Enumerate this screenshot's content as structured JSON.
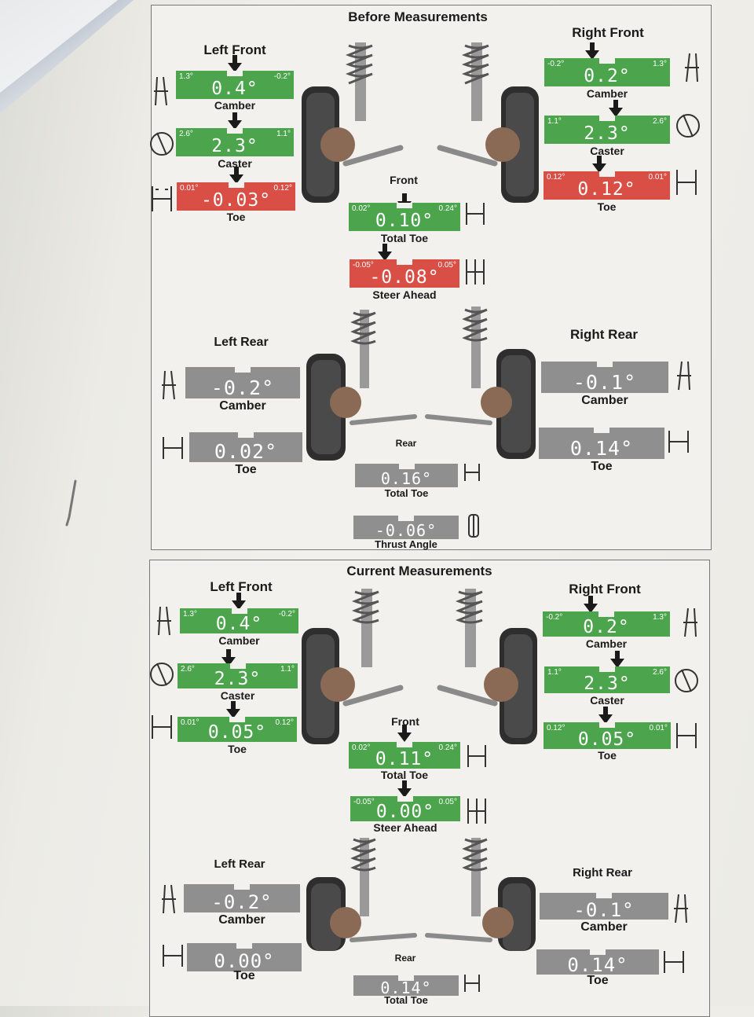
{
  "sections": {
    "before": {
      "title": "Before Measurements",
      "left_front": "Left Front",
      "right_front": "Right Front",
      "front": "Front",
      "left_rear": "Left Rear",
      "right_rear": "Right Rear",
      "rear": "Rear",
      "lf_camber": {
        "min": "1.3°",
        "max": "-0.2°",
        "value": "0.4°",
        "label": "Camber",
        "status": "green"
      },
      "lf_caster": {
        "min": "2.6°",
        "max": "1.1°",
        "value": "2.3°",
        "label": "Caster",
        "status": "green"
      },
      "lf_toe": {
        "min": "0.01°",
        "max": "0.12°",
        "value": "-0.03°",
        "label": "Toe",
        "status": "red"
      },
      "rf_camber": {
        "min": "-0.2°",
        "max": "1.3°",
        "value": "0.2°",
        "label": "Camber",
        "status": "green"
      },
      "rf_caster": {
        "min": "1.1°",
        "max": "2.6°",
        "value": "2.3°",
        "label": "Caster",
        "status": "green"
      },
      "rf_toe": {
        "min": "0.12°",
        "max": "0.01°",
        "value": "0.12°",
        "label": "Toe",
        "status": "red"
      },
      "total_toe": {
        "min": "0.02°",
        "max": "0.24°",
        "value": "0.10°",
        "label": "Total Toe",
        "status": "green"
      },
      "steer_ahead": {
        "min": "-0.05°",
        "max": "0.05°",
        "value": "-0.08°",
        "label": "Steer Ahead",
        "status": "red"
      },
      "lr_camber": {
        "value": "-0.2°",
        "label": "Camber",
        "status": "gray"
      },
      "lr_toe": {
        "value": "0.02°",
        "label": "Toe",
        "status": "gray"
      },
      "rr_camber": {
        "value": "-0.1°",
        "label": "Camber",
        "status": "gray"
      },
      "rr_toe": {
        "value": "0.14°",
        "label": "Toe",
        "status": "gray"
      },
      "rear_total_toe": {
        "value": "0.16°",
        "label": "Total Toe",
        "status": "gray"
      },
      "thrust_angle": {
        "value": "-0.06°",
        "label": "Thrust Angle",
        "status": "gray"
      }
    },
    "current": {
      "title": "Current Measurements",
      "left_front": "Left Front",
      "right_front": "Right Front",
      "front": "Front",
      "left_rear": "Left Rear",
      "right_rear": "Right Rear",
      "rear": "Rear",
      "lf_camber": {
        "min": "1.3°",
        "max": "-0.2°",
        "value": "0.4°",
        "label": "Camber",
        "status": "green"
      },
      "lf_caster": {
        "min": "2.6°",
        "max": "1.1°",
        "value": "2.3°",
        "label": "Caster",
        "status": "green"
      },
      "lf_toe": {
        "min": "0.01°",
        "max": "0.12°",
        "value": "0.05°",
        "label": "Toe",
        "status": "green"
      },
      "rf_camber": {
        "min": "-0.2°",
        "max": "1.3°",
        "value": "0.2°",
        "label": "Camber",
        "status": "green"
      },
      "rf_caster": {
        "min": "1.1°",
        "max": "2.6°",
        "value": "2.3°",
        "label": "Caster",
        "status": "green"
      },
      "rf_toe": {
        "min": "0.12°",
        "max": "0.01°",
        "value": "0.05°",
        "label": "Toe",
        "status": "green"
      },
      "total_toe": {
        "min": "0.02°",
        "max": "0.24°",
        "value": "0.11°",
        "label": "Total Toe",
        "status": "green"
      },
      "steer_ahead": {
        "min": "-0.05°",
        "max": "0.05°",
        "value": "0.00°",
        "label": "Steer Ahead",
        "status": "green"
      },
      "lr_camber": {
        "value": "-0.2°",
        "label": "Camber",
        "status": "gray"
      },
      "lr_toe": {
        "value": "0.00°",
        "label": "Toe",
        "status": "gray"
      },
      "rr_camber": {
        "value": "-0.1°",
        "label": "Camber",
        "status": "gray"
      },
      "rr_toe": {
        "value": "0.14°",
        "label": "Toe",
        "status": "gray"
      },
      "rear_total_toe": {
        "value": "0.14°",
        "label": "Total Toe",
        "status": "gray"
      }
    }
  },
  "colors": {
    "green": "#4ca54c",
    "red": "#d94f45",
    "gray": "#8f8f8f"
  },
  "icons": [
    "camber-icon",
    "caster-icon",
    "toe-icon",
    "total-toe-icon",
    "steer-ahead-icon",
    "thrust-angle-icon",
    "down-arrow-icon"
  ]
}
